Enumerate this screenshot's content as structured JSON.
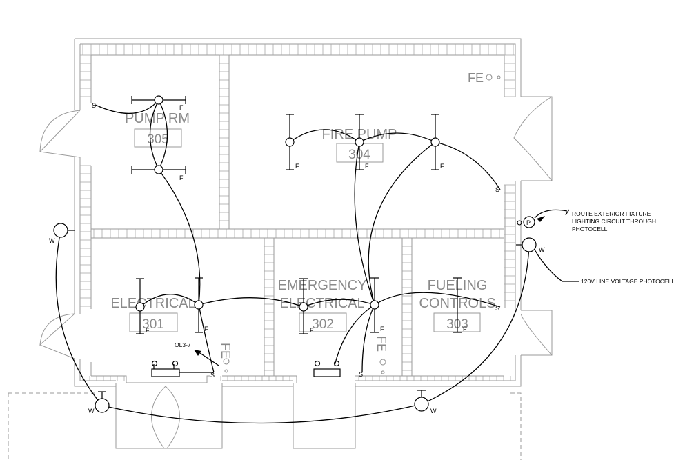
{
  "rooms": {
    "pump_rm": {
      "name": "PUMP RM",
      "number": "305"
    },
    "fire_pump": {
      "name": "FIRE PUMP",
      "number": "304"
    },
    "electrical": {
      "name": "ELECTRICAL",
      "number": "301"
    },
    "emergency_electrical": {
      "name_line1": "EMERGENCY",
      "name_line2": "ELECTRICAL",
      "number": "302"
    },
    "fueling_controls": {
      "name_line1": "FUELING",
      "name_line2": "CONTROLS",
      "number": "303"
    }
  },
  "symbols": {
    "fire_extinguisher": "FE",
    "fixture_f": "F",
    "fixture_w": "W",
    "switch_s": "S",
    "photocell_p": "P"
  },
  "notes": {
    "exterior_line1": "ROUTE EXTERIOR FIXTURE",
    "exterior_line2": "LIGHTING CIRCUIT THROUGH",
    "exterior_line3": "PHOTOCELL",
    "photocell": "120V LINE VOLTAGE PHOTOCELL",
    "panel_ref": "OL3-7"
  },
  "colors": {
    "wall": "#9a9a9a",
    "wire": "#000000"
  }
}
